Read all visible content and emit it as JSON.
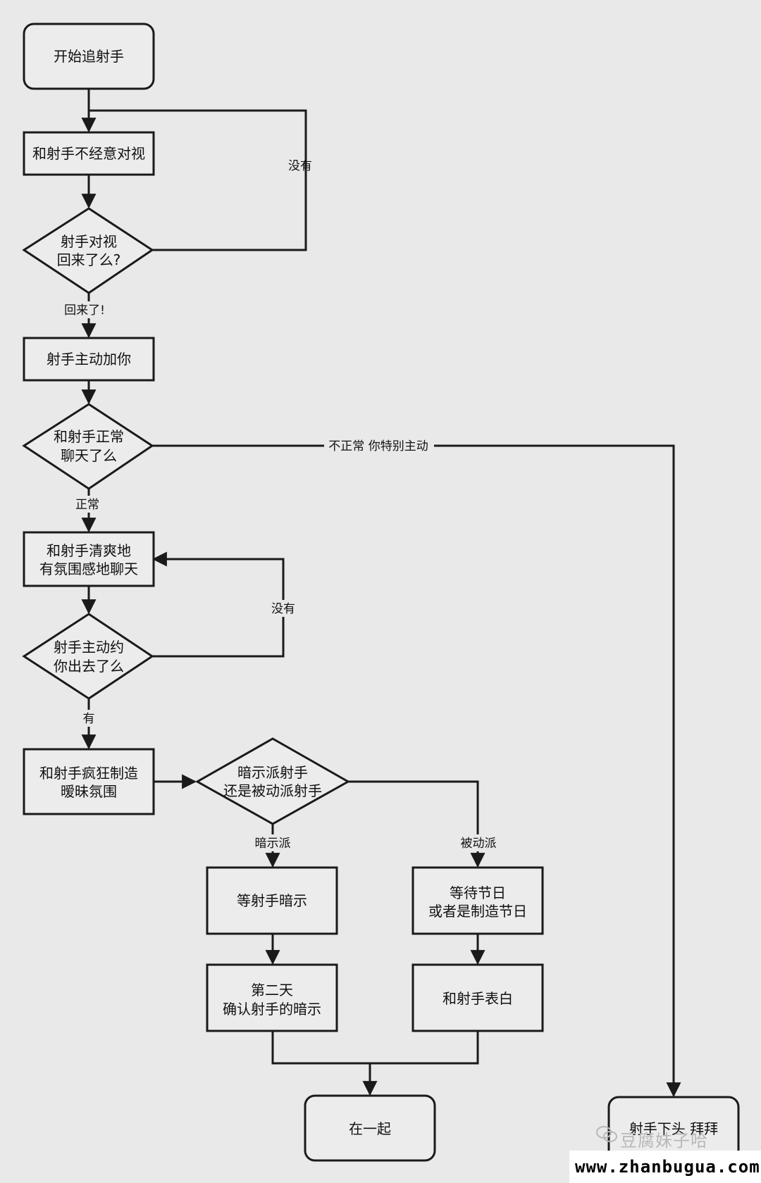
{
  "nodes": {
    "start": "开始追射手",
    "eye_contact": "和射手不经意对视",
    "q_look_back": [
      "射手对视",
      "回来了么?"
    ],
    "adds_you": "射手主动加你",
    "q_normal_chat": [
      "和射手正常",
      "聊天了么"
    ],
    "fresh_chat": [
      "和射手清爽地",
      "有氛围感地聊天"
    ],
    "q_date": [
      "射手主动约",
      "你出去了么"
    ],
    "ambiguity": [
      "和射手疯狂制造",
      "暧昧氛围"
    ],
    "q_type": [
      "暗示派射手",
      "还是被动派射手"
    ],
    "wait_hint": "等射手暗示",
    "confirm_hint": [
      "第二天",
      "确认射手的暗示"
    ],
    "wait_holiday": [
      "等待节日",
      "或者是制造节日"
    ],
    "confess": "和射手表白",
    "together": "在一起",
    "bye": "射手下头 拜拜"
  },
  "edges": {
    "no_1": "没有",
    "back": "回来了!",
    "abnormal": "不正常 你特别主动",
    "normal": "正常",
    "no_2": "没有",
    "yes": "有",
    "hint_type": "暗示派",
    "passive_type": "被动派"
  },
  "watermark": {
    "name": "豆腐妹子哈",
    "url": "www.zhanbugua.com"
  },
  "colors": {
    "background": "#e9e9e9",
    "stroke": "#1a1a1a"
  }
}
